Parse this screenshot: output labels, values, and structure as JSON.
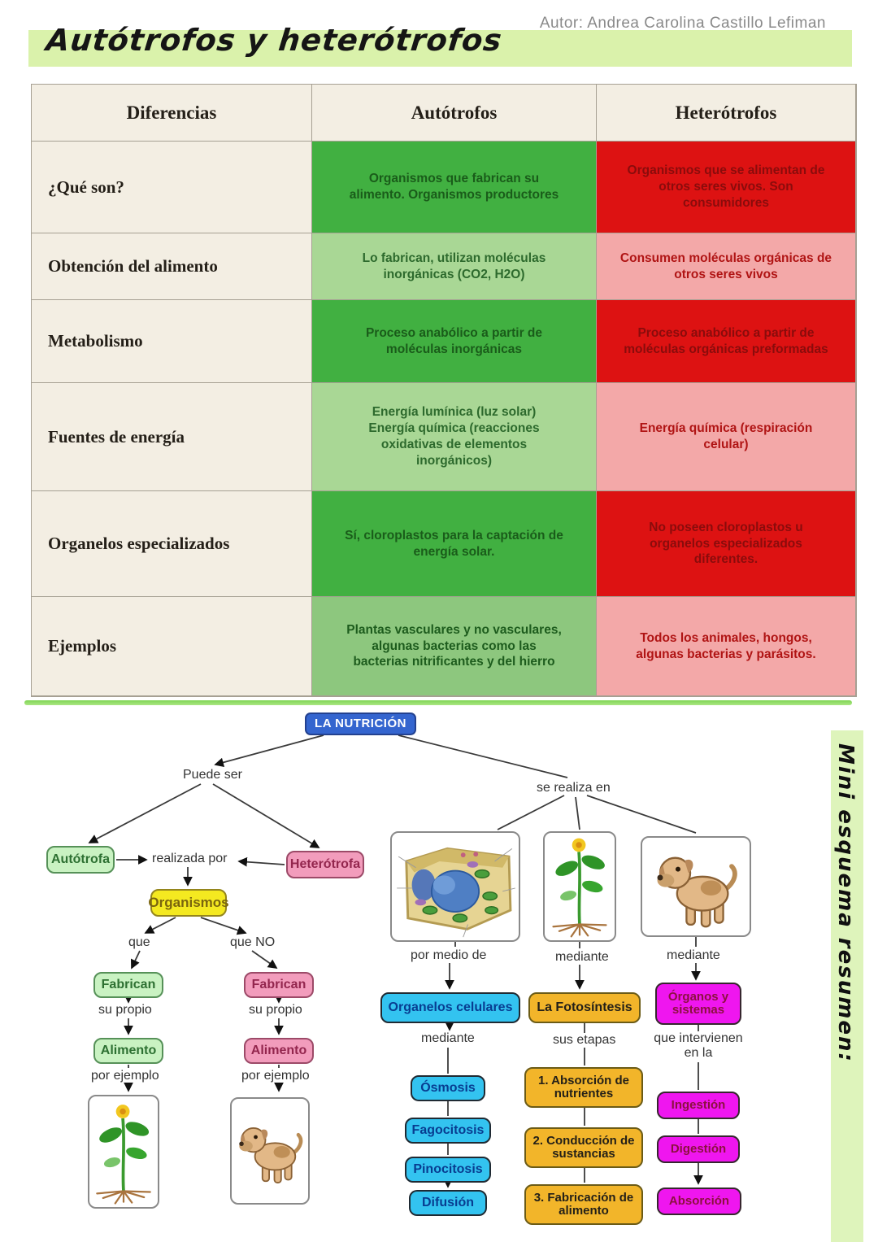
{
  "author": "Autor: Andrea Carolina Castillo Lefiman",
  "title": "Autótrofos y heterótrofos",
  "side_banner": "Mini esquema resumen:",
  "palette": {
    "banner_green": "#daf2ab",
    "table_cream": "#f3eee3",
    "strong_green": "#41b041",
    "light_green": "#a9d795",
    "mid_green": "#8dc77e",
    "strong_red": "#dd1212",
    "light_pink": "#f3a8a8",
    "root_blue": "#3465cf",
    "node_cyan": "#33c3f0",
    "node_gold": "#f2b52a",
    "node_magenta": "#ef16ef",
    "node_yellow": "#f4e920",
    "node_light_green": "#c9f2c2",
    "node_pink": "#f29cbc"
  },
  "table": {
    "headers": [
      "Diferencias",
      "Autótrofos",
      "Heterótrofos"
    ],
    "rows": [
      {
        "label": "¿Qué son?",
        "auto": "Organismos que fabrican su\nalimento. Organismos productores",
        "hetero": "Organismos que se alimentan de\notros seres vivos. Son\nconsumidores"
      },
      {
        "label": "Obtención del alimento",
        "auto": "Lo fabrican, utilizan moléculas\ninorgánicas (CO2, H2O)",
        "hetero": "Consumen moléculas orgánicas de\notros seres vivos"
      },
      {
        "label": "Metabolismo",
        "auto": "Proceso anabólico a partir de\nmoléculas inorgánicas",
        "hetero": "Proceso anabólico a partir de\nmoléculas orgánicas preformadas"
      },
      {
        "label": "Fuentes de energía",
        "auto": "Energía lumínica (luz solar)\nEnergía química (reacciones\noxidativas de elementos\ninorgánicos)",
        "hetero": "Energía química (respiración\ncelular)"
      },
      {
        "label": "Organelos especializados",
        "auto": "Sí, cloroplastos para la captación de\nenergía solar.",
        "hetero": "No poseen cloroplastos u\norganelos especializados\ndiferentes."
      },
      {
        "label": "Ejemplos",
        "auto": "Plantas vasculares y no vasculares,\nalgunas bacterias como las\nbacterias nitrificantes y del hierro",
        "hetero": "Todos los animales, hongos,\nalgunas bacterias y parásitos."
      }
    ]
  },
  "map": {
    "root": "LA NUTRICIÓN",
    "labels": {
      "puede_ser": "Puede ser",
      "se_realiza_en": "se realiza en",
      "realizada_por": "realizada por",
      "que": "que",
      "que_no": "que NO",
      "su_propio_1": "su propio",
      "su_propio_2": "su propio",
      "por_ejemplo_1": "por ejemplo",
      "por_ejemplo_2": "por ejemplo",
      "por_medio_de": "por medio de",
      "mediante_1": "mediante",
      "mediante_2": "mediante",
      "mediante_3": "mediante",
      "sus_etapas": "sus etapas",
      "que_intervienen": "que intervienen en la"
    },
    "nodes": {
      "autotrofa": "Autótrofa",
      "heterotrofa": "Heterótrofa",
      "organismos": "Organismos",
      "fabrican_1": "Fabrican",
      "fabrican_2": "Fabrican",
      "alimento_1": "Alimento",
      "alimento_2": "Alimento",
      "organelos": "Organelos celulares",
      "fotosintesis": "La Fotosíntesis",
      "organos": "Órganos y\nsistemas",
      "osmosis": "Ósmosis",
      "fagocitosis": "Fagocitosis",
      "pinocitosis": "Pinocitosis",
      "difusion": "Difusión",
      "etapa1": "1. Absorción de\nnutrientes",
      "etapa2": "2. Conducción de\nsustancias",
      "etapa3": "3. Fabricación de\nalimento",
      "ingestion": "Ingestión",
      "digestion": "Digestión",
      "absorcion": "Absorción"
    }
  }
}
